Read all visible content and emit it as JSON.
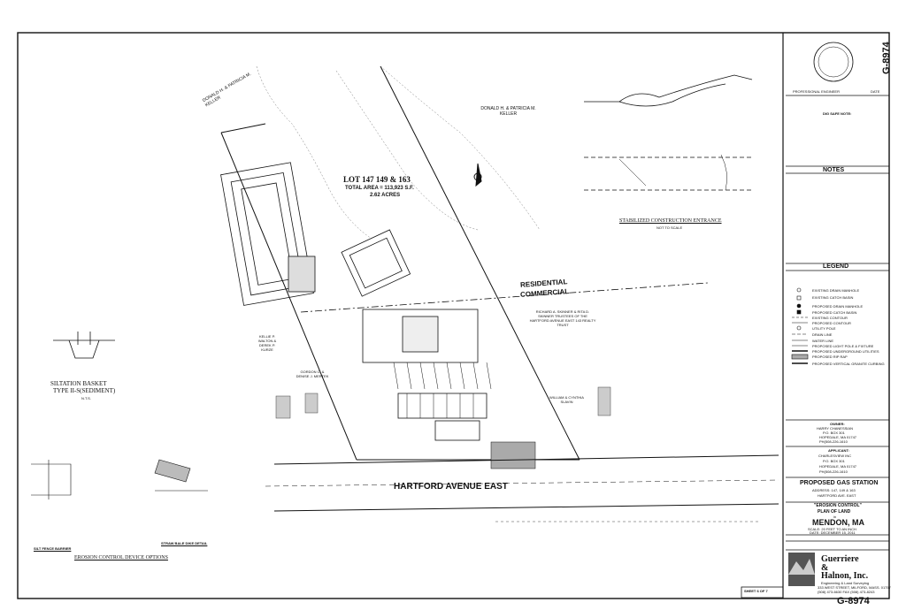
{
  "sheet": {
    "drawing_number": "G-8974",
    "sheet_label": "SHEET 6 OF 7"
  },
  "plan": {
    "lot_title": "LOT 147 149 & 163",
    "lot_area": "TOTAL AREA = 113,923 S.F.",
    "lot_acres": "2.62 ACRES",
    "road": "HARTFORD AVENUE EAST",
    "zone_line_upper": "RESIDENTIAL",
    "zone_line_lower": "COMMERCIAL",
    "owners": [
      "DONALD H. & PATRICIA M. KELLER",
      "DONALD H. & PATRICIA M. KELLER",
      "KELLIE P. WALTON & DEREK P. KURZE",
      "GORDON C. & DENISE J. MERTEK",
      "RICHARD A. SKINNER & RITA D. SKINNER TRUSTEES OF THE HARTFORD AVENUE EAST 143 REALTY TRUST",
      "WILLIAM & CYNTHIA SLAVIN"
    ]
  },
  "details": {
    "siltation_basket_title": "SILTATION BASKET",
    "siltation_basket_sub": "TYPE II-S(SEDIMENT)",
    "siltation_basket_scale": "N.T.S.",
    "erosion_options": "EROSION CONTROL DEVICE OPTIONS",
    "construction_entrance": "STABILIZED CONSTRUCTION ENTRANCE",
    "construction_entrance_scale": "NOT TO SCALE",
    "silt_fence": "SILT FENCE BARRIER",
    "straw_bale": "STRAW BALE DIKE DETAIL"
  },
  "titleblock": {
    "engineer_label": "PROFESSIONAL ENGINEER",
    "date_label": "DATE",
    "dig_safe": "DIG SAFE NOTE:",
    "notes_header": "NOTES",
    "legend_header": "LEGEND",
    "legend_items": [
      "EXISTING DRAIN MANHOLE",
      "EXISTING CATCH BASIN",
      "PROPOSED DRAIN MANHOLE",
      "PROPOSED CATCH BASIN",
      "EXISTING CONTOUR",
      "PROPOSED CONTOUR",
      "UTILITY POLE",
      "DRAIN LINE",
      "WATER LINE",
      "PROPOSED LIGHT POLE & FIXTURE",
      "PROPOSED UNDERGROUND UTILITIES",
      "PROPOSED RIP RAP",
      "PROPOSED VERTICAL GRANITE CURBING"
    ],
    "owner_label": "OWNER:",
    "owner_name": "HARRY CHANESSIAN",
    "owner_box": "P.O. BOX 301",
    "owner_city": "HOPEDALE, MA 01747",
    "owner_phone": "PH(508-226-1610",
    "applicant_label": "APPLICANT:",
    "applicant_name": "CHARLESVIEW INC",
    "applicant_box": "P.O. BOX 301",
    "applicant_city": "HOPEDALE, MA 01747",
    "applicant_phone": "PH(508-226-1610",
    "project_title": "PROPOSED GAS STATION",
    "project_address": "ADDRESS: 147, 149 & 163",
    "project_street": "HARTFORD AVE. EAST",
    "plan_title": "\"EROSION CONTROL\"",
    "plan_sub": "PLAN OF LAND",
    "plan_in": "in",
    "town": "MENDON, MA",
    "scale": "SCALE: 20 FEET TO AN INCH",
    "date": "DATE: DECEMBER 15, 2011",
    "firm_name_1": "Guerriere",
    "firm_name_2": "&",
    "firm_name_3": "Halnon, Inc.",
    "firm_tagline": "Engineering & Land Surveying",
    "firm_address": "333 WEST STREET, MILFORD, MASS. 01757",
    "firm_phone": "(508) 473-6630    FAX (508) 473-8243"
  }
}
